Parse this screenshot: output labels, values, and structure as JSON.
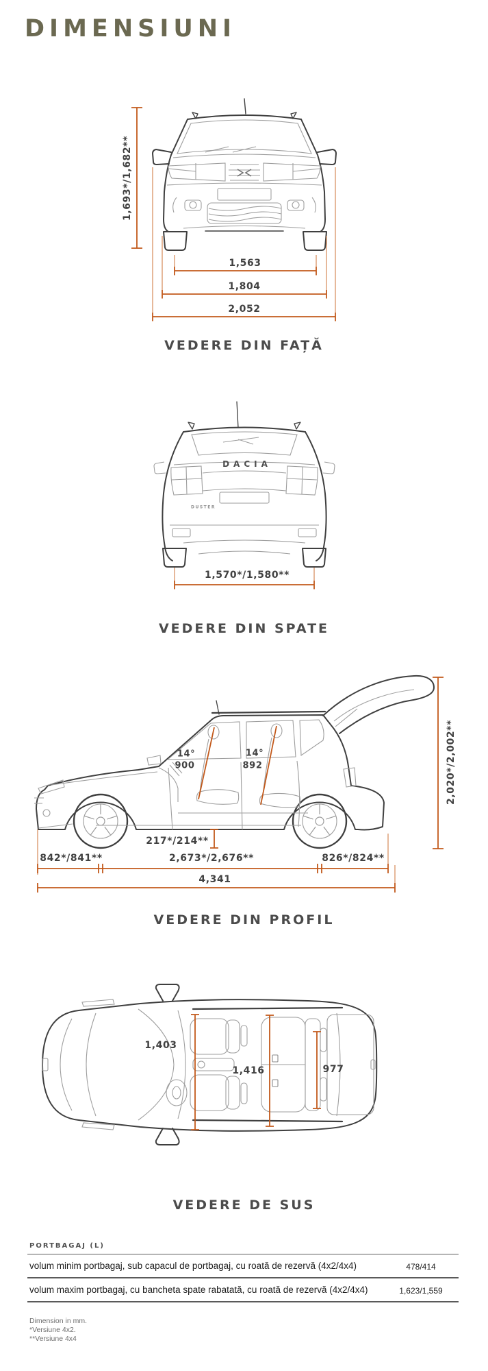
{
  "title": "DIMENSIUNI",
  "colors": {
    "accent": "#c2591b",
    "title": "#6b6951",
    "caption": "#4b4b4b"
  },
  "figures": {
    "front": {
      "caption": "VEDERE DIN FAȚĂ",
      "height": "1,693*/1,682**",
      "track_width": "1,563",
      "body_width": "1,804",
      "mirror_width": "2,052"
    },
    "rear": {
      "caption": "VEDERE DIN SPATE",
      "brand_badge": "DACIA",
      "model_badge": "DUSTER",
      "track_width": "1,570*/1,580**"
    },
    "profile": {
      "caption": "VEDERE DIN PROFIL",
      "front_seat_angle": "14°",
      "front_seat_value": "900",
      "rear_seat_angle": "14°",
      "rear_seat_value": "892",
      "height_tailgate_open": "2,020*/2,002**",
      "ground_clearance": "217*/214**",
      "front_overhang": "842*/841**",
      "wheelbase": "2,673*/2,676**",
      "rear_overhang": "826*/824**",
      "overall_length": "4,341"
    },
    "top": {
      "caption": "VEDERE DE SUS",
      "front_interior_width": "1,403",
      "rear_interior_width": "1,416",
      "trunk_width": "977"
    }
  },
  "table": {
    "header": "PORTBAGAJ (L)",
    "rows": [
      {
        "label": "volum minim portbagaj, sub capacul de portbagaj, cu roată de rezervă (4x2/4x4)",
        "value": "478/414"
      },
      {
        "label": "volum maxim portbagaj, cu bancheta spate rabatată, cu roată de rezervă (4x2/4x4)",
        "value": "1,623/1,559"
      }
    ]
  },
  "footnotes": [
    "Dimension in mm.",
    "*Versiune 4x2.",
    "**Versiune 4x4"
  ]
}
